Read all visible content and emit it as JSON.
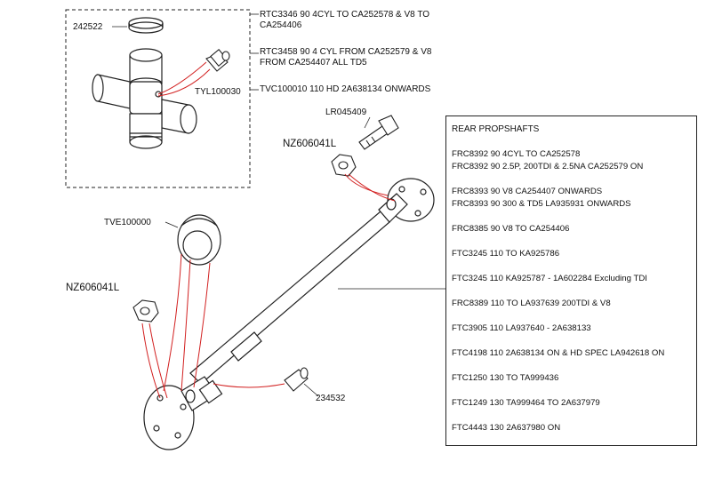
{
  "parts": {
    "p242522": "242522",
    "tyl": "TYL100030",
    "lr": "LR045409",
    "nz_top": "NZ606041L",
    "nz_left": "NZ606041L",
    "tve": "TVE100000",
    "p234532": "234532"
  },
  "ujoint_notes": [
    "RTC3346 90 4CYL TO CA252578 & V8 TO CA254406",
    "RTC3458 90 4 CYL FROM CA252579 & V8 FROM CA254407 ALL TD5",
    "TVC100010 110 HD 2A638134 ONWARDS"
  ],
  "panel": {
    "title": "REAR PROPSHAFTS",
    "lines": [
      "FRC8392 90 4CYL TO CA252578",
      "FRC8392 90 2.5P, 200TDI & 2.5NA CA252579 ON",
      "FRC8393 90 V8 CA254407 ONWARDS",
      "FRC8393 90 300 & TD5 LA935931 ONWARDS",
      "FRC8385 90 V8 TO CA254406",
      "FTC3245 110 TO KA925786",
      "FTC3245 110 KA925787 - 1A602284 Excluding TDI",
      "FRC8389 110 TO LA937639 200TDI & V8",
      "FTC3905 110 LA937640 - 2A638133",
      "FTC4198 110 2A638134 ON & HD SPEC LA942618 ON",
      "FTC1250 130 TO TA999436",
      "FTC1249 130 TA999464 TO 2A637979",
      "FTC4443 130 2A637980 ON"
    ]
  },
  "colors": {
    "leader": "#d22020",
    "line": "#222222"
  }
}
